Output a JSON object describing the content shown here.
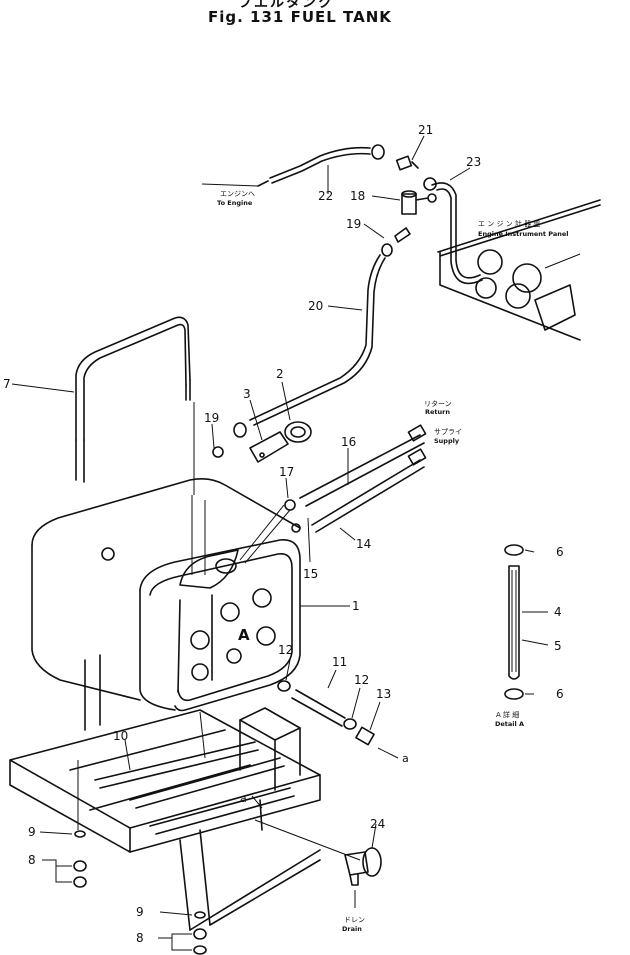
{
  "figure": {
    "title_jp": "フエルタンク",
    "title": "Fig. 131   FUEL TANK"
  },
  "labels": {
    "to_engine_jp": "エンジンへ",
    "to_engine": "To Engine",
    "instrument_panel_jp": "エ ン ジ ン 計 器 盤",
    "instrument_panel": "Engine Instrument Panel",
    "return_jp": "リターン",
    "return": "Return",
    "supply_jp": "サプライ",
    "supply": "Supply",
    "detail_a_jp": "A 詳 細",
    "detail_a": "Detail A",
    "drain_jp": "ドレン",
    "drain": "Drain",
    "tank_mark": "A",
    "point_a_1": "a",
    "point_a_2": "a"
  },
  "callouts": {
    "c1": "1",
    "c2": "2",
    "c3": "3",
    "c4": "4",
    "c5": "5",
    "c6a": "6",
    "c6b": "6",
    "c7": "7",
    "c8a": "8",
    "c8b": "8",
    "c9a": "9",
    "c9b": "9",
    "c10": "10",
    "c11": "11",
    "c12a": "12",
    "c12b": "12",
    "c13": "13",
    "c14": "14",
    "c15": "15",
    "c16": "16",
    "c17": "17",
    "c18": "18",
    "c19a": "19",
    "c19b": "19",
    "c20": "20",
    "c21": "21",
    "c22": "22",
    "c23": "23",
    "c24": "24"
  }
}
